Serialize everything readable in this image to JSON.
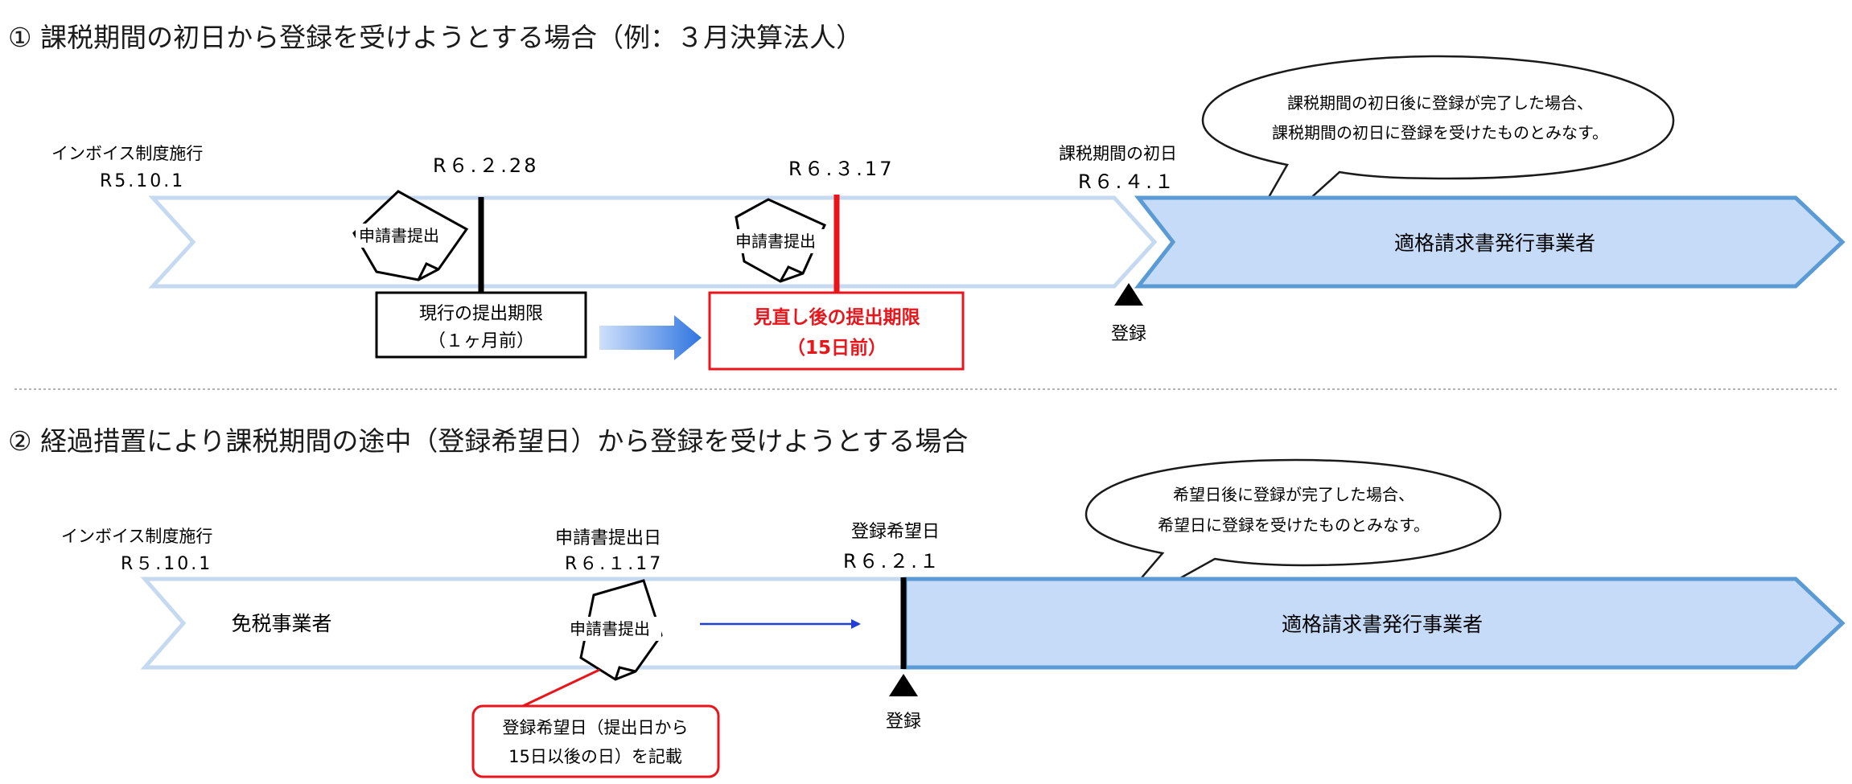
{
  "colors": {
    "pale_arrow_fill": "#ffffff",
    "pale_arrow_stroke": "#c5d9f1",
    "blue_arrow_fill": "#c6dbf7",
    "blue_arrow_stroke": "#5b9bd5",
    "red": "#e8151b",
    "black": "#000000",
    "mid_arrow_blue": "#2f75e0",
    "thin_arrow_blue": "#1f3fd6",
    "red_box_border": "#e8151b"
  },
  "section1": {
    "heading": "① 課税期間の初日から登録を受けようとする場合（例：３月決算法人）",
    "speech": {
      "line1": "課税期間の初日後に登録が完了した場合、",
      "line2": "課税期間の初日に登録を受けたものとみなす。"
    },
    "start_label": "インボイス制度施行",
    "start_date": "R5.10.1",
    "date_a": "R６.２.28",
    "date_b": "R６.３.17",
    "period_start_label": "課税期間の初日",
    "period_start_date": "R６.４.１",
    "doc_a_label": "申請書提出",
    "doc_b_label": "申請書提出",
    "blue_band_label": "適格請求書発行事業者",
    "current_deadline": {
      "line1": "現行の提出期限",
      "line2": "（１ヶ月前）"
    },
    "revised_deadline": {
      "line1": "見直し後の提出期限",
      "line2": "（15日前）"
    },
    "register_label": "登録"
  },
  "section2": {
    "heading": "② 経過措置により課税期間の途中（登録希望日）から登録を受けようとする場合",
    "speech": {
      "line1": "希望日後に登録が完了した場合、",
      "line2": "希望日に登録を受けたものとみなす。"
    },
    "start_label": "インボイス制度施行",
    "start_date": "R５.10.1",
    "submit_label": "申請書提出日",
    "submit_date": "R６.１.17",
    "desired_label": "登録希望日",
    "desired_date": "R６.２.１",
    "pale_band_label": "免税事業者",
    "doc_label": "申請書提出",
    "blue_band_label": "適格請求書発行事業者",
    "note": {
      "line1": "登録希望日（提出日から",
      "line2": "15日以後の日）を記載"
    },
    "register_label": "登録"
  }
}
